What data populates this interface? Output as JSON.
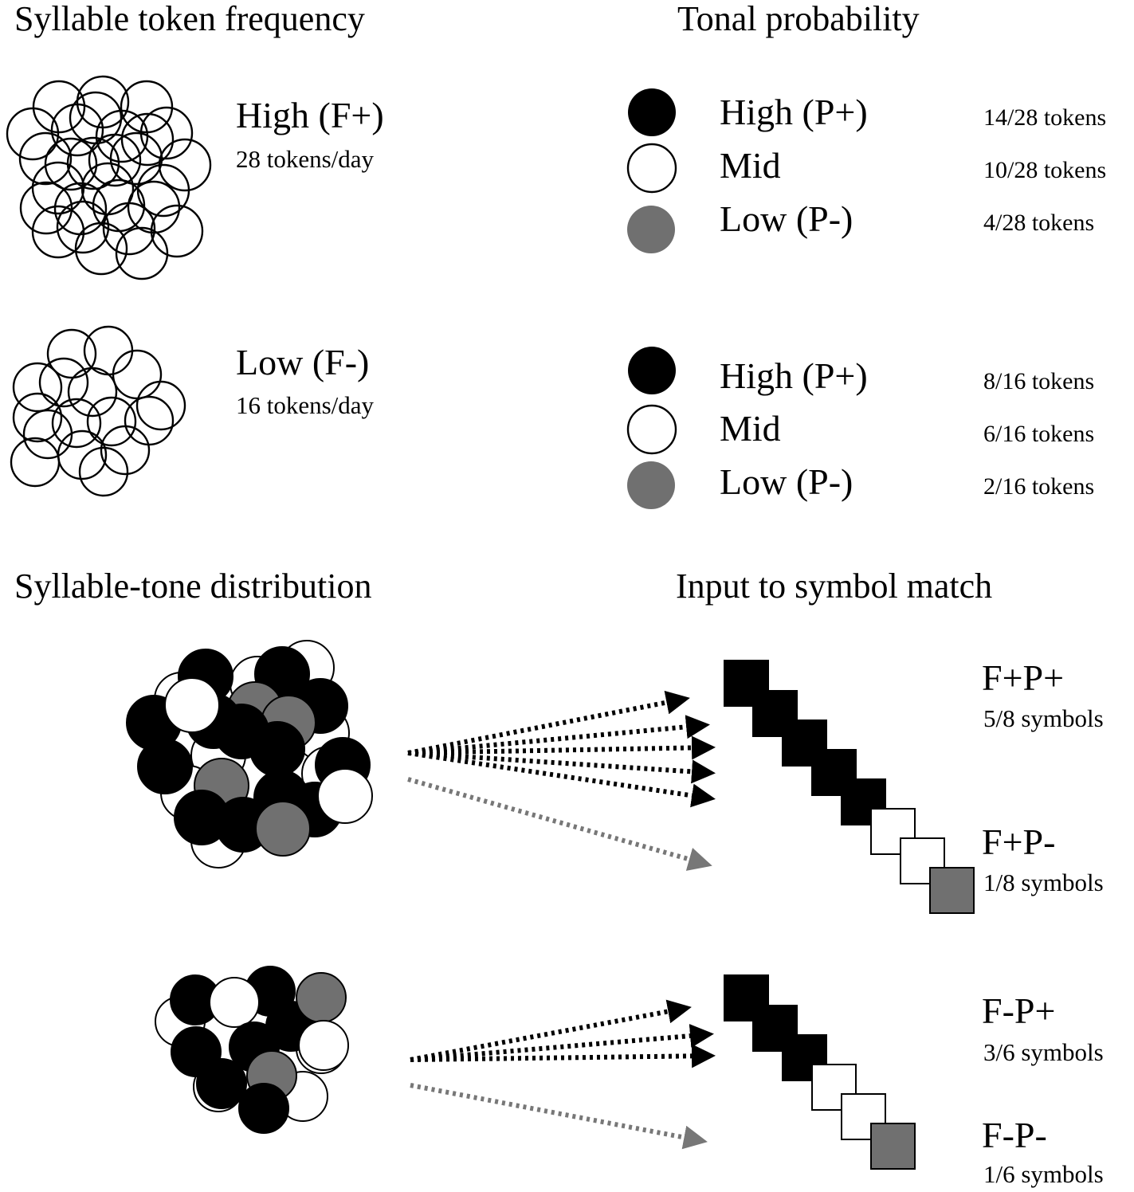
{
  "sections": {
    "frequency": {
      "heading": "Syllable token frequency"
    },
    "tonal": {
      "heading": "Tonal probability"
    },
    "distribution": {
      "heading": "Syllable-tone distribution"
    },
    "match": {
      "heading": "Input to symbol match"
    }
  },
  "frequency_levels": [
    {
      "label": "High (F+)",
      "detail": "28 tokens/day"
    },
    {
      "label": "Low (F-)",
      "detail": "16 tokens/day"
    }
  ],
  "tonal_groups": [
    {
      "rows": [
        {
          "tone": "High (P+)",
          "tokens": "14/28 tokens",
          "color": "#000000"
        },
        {
          "tone": "Mid",
          "tokens": "10/28 tokens",
          "color": "#ffffff"
        },
        {
          "tone": "Low (P-)",
          "tokens": "4/28 tokens",
          "color": "#707070"
        }
      ]
    },
    {
      "rows": [
        {
          "tone": "High (P+)",
          "tokens": "8/16 tokens",
          "color": "#000000"
        },
        {
          "tone": "Mid",
          "tokens": "6/16 tokens",
          "color": "#ffffff"
        },
        {
          "tone": "Low (P-)",
          "tokens": "2/16 tokens",
          "color": "#707070"
        }
      ]
    }
  ],
  "symbol_matches": [
    {
      "label": "F+P+",
      "detail": "5/8 symbols"
    },
    {
      "label": "F+P-",
      "detail": "1/8 symbols"
    },
    {
      "label": "F-P+",
      "detail": "3/6 symbols"
    },
    {
      "label": "F-P-",
      "detail": "1/6 symbols"
    }
  ],
  "colors": {
    "high": "#000000",
    "mid": "#ffffff",
    "low": "#707070"
  }
}
